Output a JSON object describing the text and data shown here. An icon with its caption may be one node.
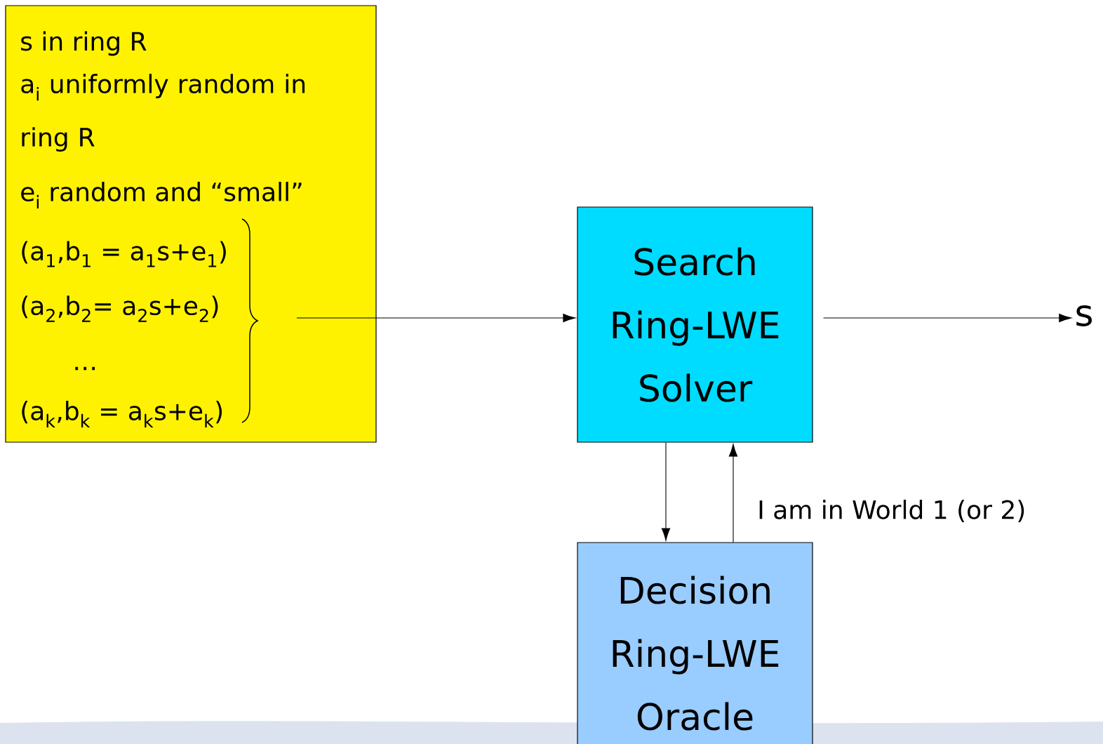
{
  "diagram": {
    "nodes": [
      {
        "text": [
          "s in ring R",
          "a$_{i}$ uniformly random in ring R",
          "e$_{i}$ random and “small”",
          "(a$_{1}$,b$_{1}$ = a$_{1}$s+e$_{1}$)",
          "(a$_{2}$,b$_{2}$= a$_{2}$s+e$_{2}$)",
          "…",
          "(a$_{k}$,b$_{k}$ = a$_{k}$s+e$_{k}$)"
        ]
      },
      {
        "text": [
          "Search Ring-LWE Solver"
        ]
      },
      {
        "text": [
          "Decision Ring-LWE Oracle"
        ]
      },
      {
        "text": [
          "s"
        ]
      }
    ],
    "edges": [
      {
        "from": 0,
        "to": 1,
        "arrow": "to"
      },
      {
        "from": 1,
        "to": 3,
        "arrow": "to"
      },
      {
        "from": 1,
        "to": 2,
        "arrow": "to"
      },
      {
        "from": 2,
        "to": 1,
        "arrow": "to",
        "label": "I am in World 1 (or 2)"
      }
    ]
  }
}
